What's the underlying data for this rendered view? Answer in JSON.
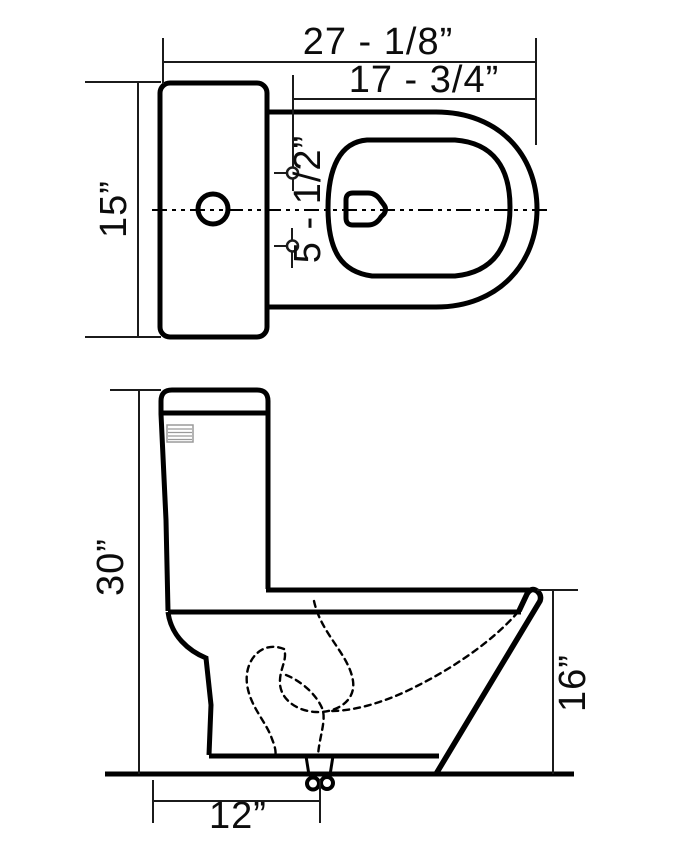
{
  "drawing": {
    "type": "toilet-dimension-diagram",
    "views": {
      "top": {
        "overall_length": "27 - 1/8”",
        "bowl_length": "17 - 3/4”",
        "tank_width": "15”",
        "bolt_hole_spacing": "5 - 1/2”"
      },
      "side": {
        "overall_height": "30”",
        "rim_height": "16”",
        "rough_in": "12”"
      }
    },
    "colors": {
      "line": "#000000",
      "dimension_line": "#1b1b1b",
      "hatch": "#9a9a9a",
      "background": "#ffffff"
    }
  }
}
